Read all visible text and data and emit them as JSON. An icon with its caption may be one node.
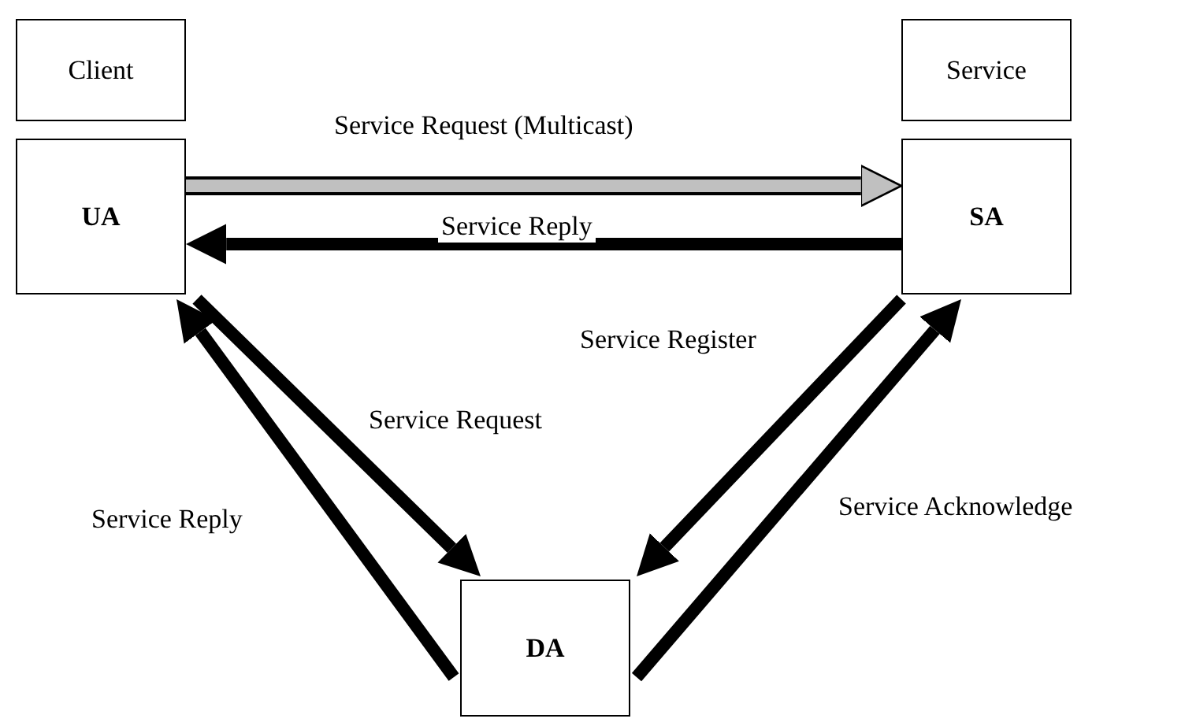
{
  "diagram": {
    "nodes": [
      {
        "text": [
          "Client"
        ]
      },
      {
        "text": [
          "UA"
        ]
      },
      {
        "text": [
          "Service"
        ]
      },
      {
        "text": [
          "SA"
        ]
      },
      {
        "text": [
          "DA"
        ]
      }
    ],
    "edges": [
      {
        "from": 1,
        "to": 3,
        "arrow": "to",
        "label": "Service Request (Multicast)",
        "color": "#c0c0c0"
      },
      {
        "from": 3,
        "to": 1,
        "arrow": "to",
        "label": "Service Reply"
      },
      {
        "from": 1,
        "to": 4,
        "arrow": "to",
        "label": "Service Request"
      },
      {
        "from": 4,
        "to": 1,
        "arrow": "to",
        "label": "Service Reply"
      },
      {
        "from": 3,
        "to": 4,
        "arrow": "to",
        "label": "Service Register"
      },
      {
        "from": 4,
        "to": 3,
        "arrow": "to",
        "label": "Service Acknowledge"
      }
    ]
  }
}
